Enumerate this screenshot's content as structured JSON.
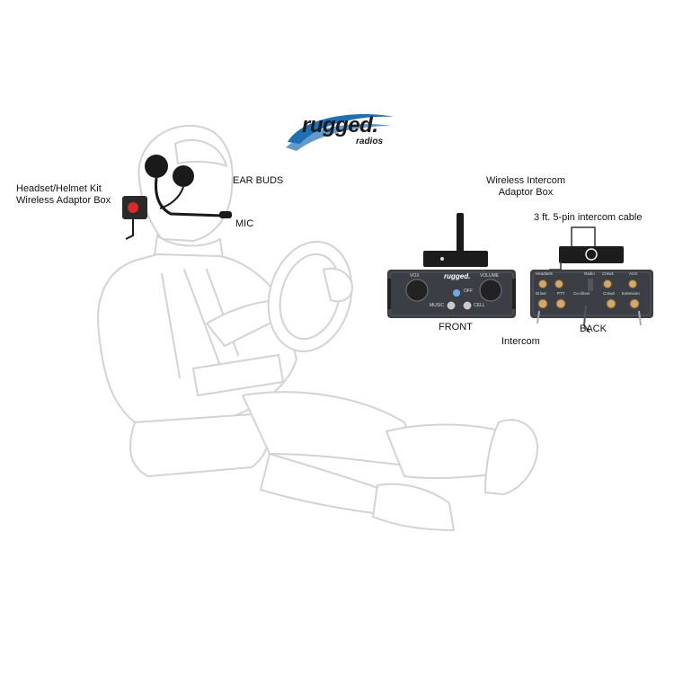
{
  "logo": {
    "word": "rugged.",
    "sub": "radios",
    "colors": {
      "swoosh": "#1f6fb5",
      "text": "#1a1a1a"
    }
  },
  "labels": {
    "headset_kit_line1": "Headset/Helmet Kit",
    "headset_kit_line2": "Wireless Adaptor Box",
    "ear_buds": "EAR BUDS",
    "mic": "MIC",
    "wireless_box_line1": "Wireless Intercom",
    "wireless_box_line2": "Adaptor Box",
    "cable": "3 ft. 5-pin intercom cable",
    "front": "FRONT",
    "back": "BACK",
    "intercom": "Intercom"
  },
  "front_panel": {
    "brand": "rugged.",
    "vox": "VOX",
    "volume": "VOLUME",
    "off": "OFF",
    "music": "MUSIC",
    "cell": "CELL"
  },
  "back_panel": {
    "headsets": "Headsets",
    "radio": "Radio",
    "crew1": "Crew1",
    "aux": "AUX",
    "driver": "Driver",
    "ptt": "PTT",
    "co_driver": "Co-driver",
    "crew2": "Crew2",
    "extension": "Extension"
  },
  "colors": {
    "outline": "#d2d2d2",
    "panel": "#3b3f45",
    "jack": "#c8a06a",
    "button_red": "#d62b2b"
  }
}
